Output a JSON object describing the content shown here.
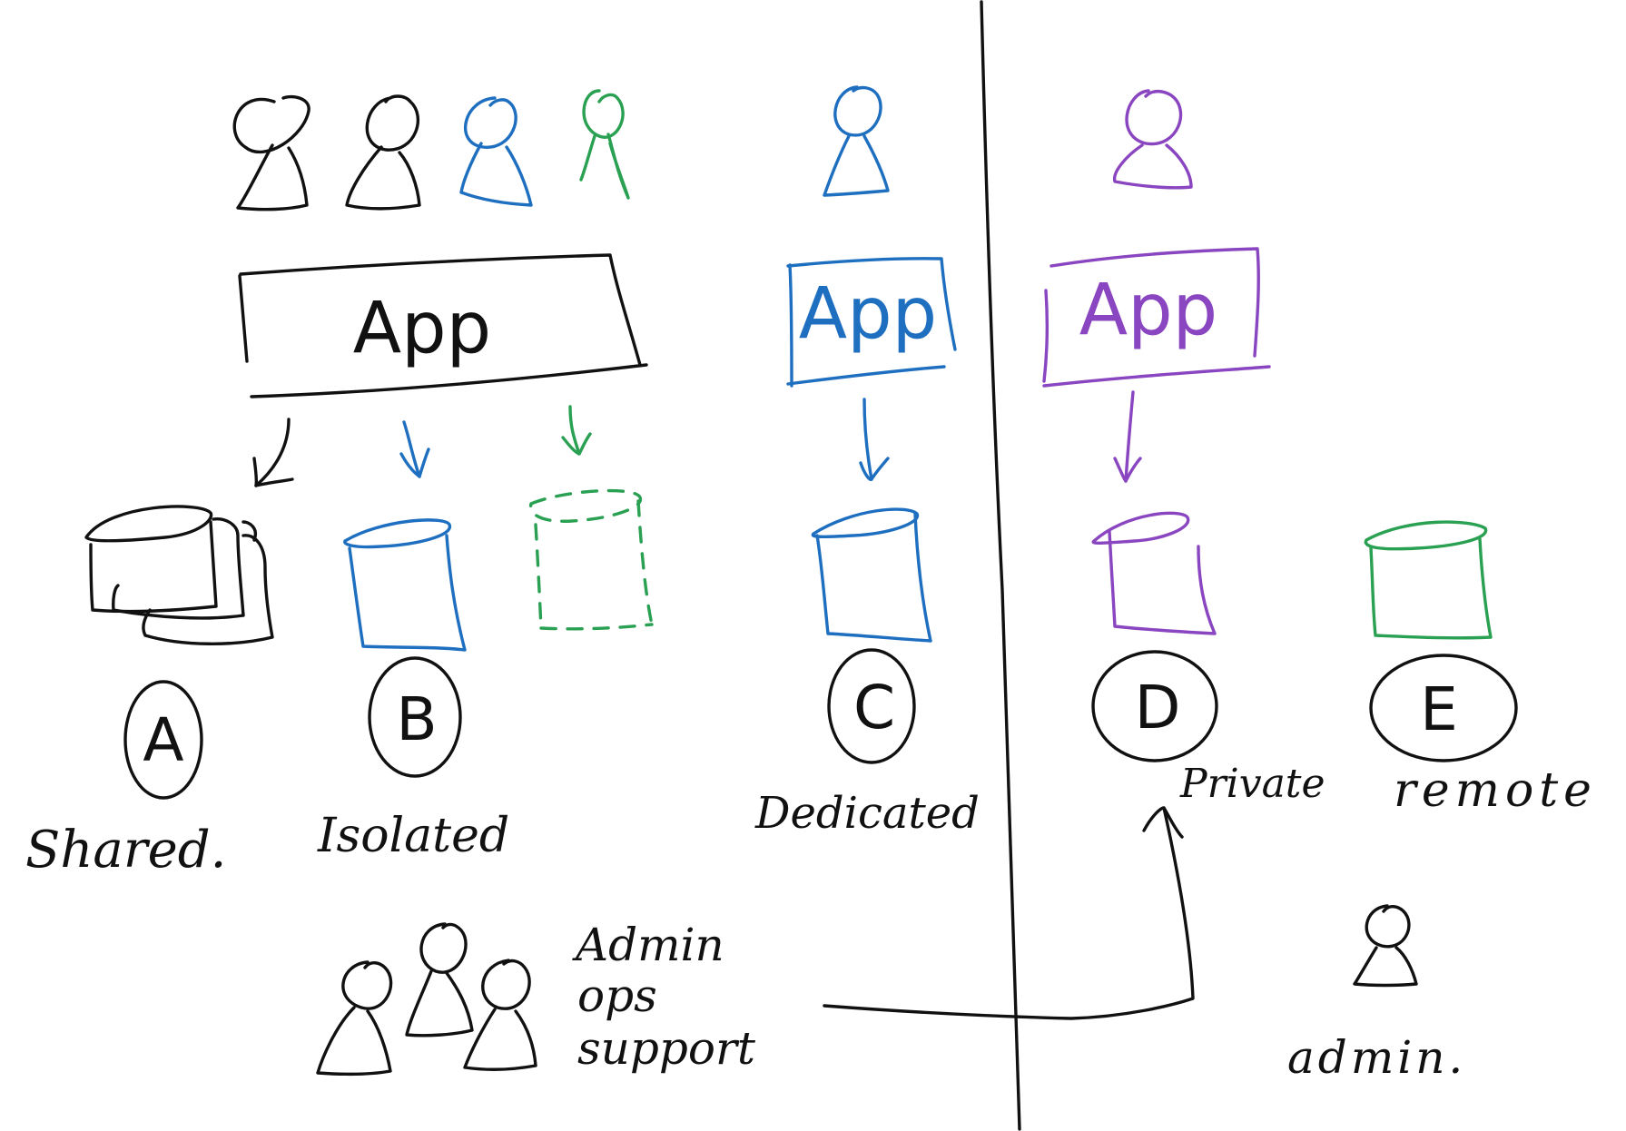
{
  "colors": {
    "black": "#111111",
    "blue": "#1f6fc0",
    "green": "#2aa052",
    "purple": "#8a45c0"
  },
  "labels": {
    "app_shared": "App",
    "app_dedicated": "App",
    "app_private": "App",
    "letter_a": "A",
    "letter_b": "B",
    "letter_c": "C",
    "letter_d": "D",
    "letter_e": "E",
    "shared": "Shared.",
    "isolated": "Isolated",
    "dedicated": "Dedicated",
    "private": "Private",
    "remote": "remote",
    "admin_ops_support": [
      "Admin",
      "ops",
      "support"
    ],
    "admin": "admin."
  },
  "icons": [
    "user-icon",
    "database-icon",
    "arrow-down-icon"
  ]
}
